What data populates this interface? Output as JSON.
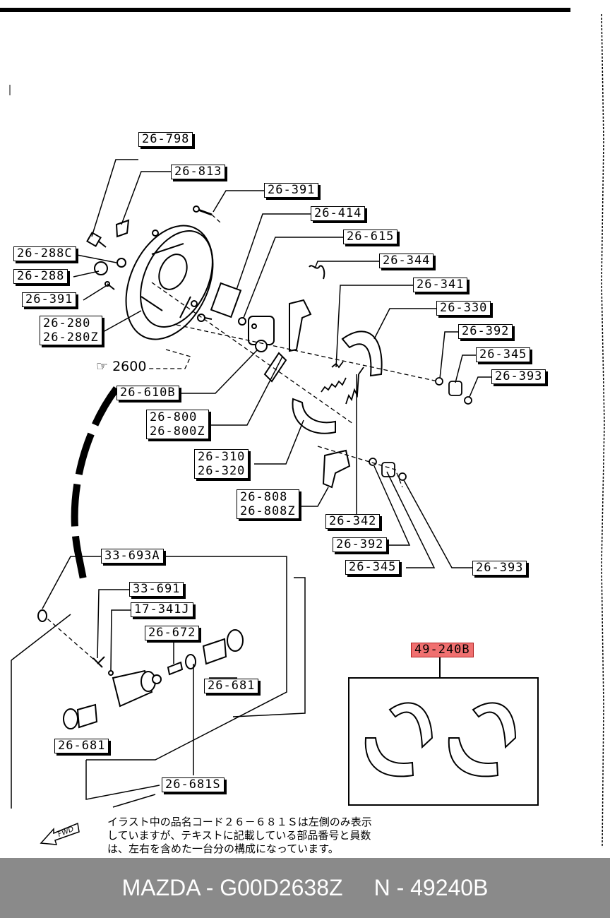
{
  "labels": {
    "l_26_798": "26-798",
    "l_26_813": "26-813",
    "l_26_391a": "26-391",
    "l_26_414": "26-414",
    "l_26_615": "26-615",
    "l_26_344": "26-344",
    "l_26_341": "26-341",
    "l_26_330": "26-330",
    "l_26_392a": "26-392",
    "l_26_345a": "26-345",
    "l_26_393a": "26-393",
    "l_26_288c": "26-288C",
    "l_26_288": "26-288",
    "l_26_391b": "26-391",
    "l_26_280": "26-280\n26-280Z",
    "l_2600": "☞ 2600",
    "l_26_610b": "26-610B",
    "l_26_800": "26-800\n26-800Z",
    "l_26_310": "26-310\n26-320",
    "l_26_808": "26-808\n26-808Z",
    "l_26_342": "26-342",
    "l_26_392b": "26-392",
    "l_26_345b": "26-345",
    "l_26_393b": "26-393",
    "l_33_693a": "33-693A",
    "l_33_691": "33-691",
    "l_17_341j": "17-341J",
    "l_26_672": "26-672",
    "l_26_681a": "26-681",
    "l_26_681b": "26-681",
    "l_26_681s": "26-681S",
    "l_49_240b": "49-240B"
  },
  "note_lines": [
    "イラスト中の品名コード２６－６８１Ｓは左側のみ表示",
    "していますが、テキストに記載している部品番号と員数",
    "は、左右を含めた一台分の構成になっています。"
  ],
  "fwd_label": "FWD",
  "footer": {
    "brand_part": "MAZDA - G00D2638Z",
    "catalog_no": "N - 49240B"
  },
  "colors": {
    "highlight": "#f07070",
    "footer_bg": "#8a8a8a"
  }
}
